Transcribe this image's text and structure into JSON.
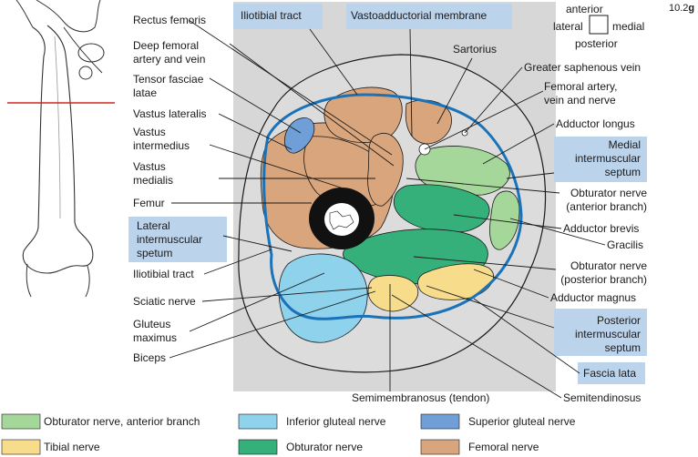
{
  "figure_number": {
    "prefix": "10.2",
    "suffix": "g"
  },
  "orientation": {
    "anterior": "anterior",
    "lateral": "lateral",
    "medial": "medial",
    "posterior": "posterior"
  },
  "labels_left": [
    {
      "lines": [
        "Rectus femoris"
      ]
    },
    {
      "lines": [
        "Deep femoral",
        "artery and vein"
      ]
    },
    {
      "lines": [
        "Tensor fasciae",
        "latae"
      ]
    },
    {
      "lines": [
        "Vastus lateralis"
      ]
    },
    {
      "lines": [
        "Vastus",
        "intermedius"
      ]
    },
    {
      "lines": [
        "Vastus",
        "medialis"
      ]
    },
    {
      "lines": [
        "Femur"
      ]
    },
    {
      "lines": [
        "Lateral",
        "intermuscular",
        "spetum"
      ],
      "boxed": true
    },
    {
      "lines": [
        "Iliotibial tract"
      ]
    },
    {
      "lines": [
        "Sciatic nerve"
      ]
    },
    {
      "lines": [
        "Gluteus",
        "maximus"
      ]
    },
    {
      "lines": [
        "Biceps"
      ]
    }
  ],
  "labels_top": [
    {
      "lines": [
        "Iliotibial tract"
      ],
      "boxed": true
    },
    {
      "lines": [
        "Vastoadductorial membrane"
      ],
      "boxed": true
    },
    {
      "lines": [
        "Sartorius"
      ]
    }
  ],
  "labels_right": [
    {
      "lines": [
        "Greater saphenous vein"
      ]
    },
    {
      "lines": [
        "Femoral artery,",
        "vein and nerve"
      ]
    },
    {
      "lines": [
        "Adductor longus"
      ]
    },
    {
      "lines": [
        "Medial",
        "intermuscular",
        "septum"
      ],
      "boxed": true
    },
    {
      "lines": [
        "Obturator nerve",
        "(anterior branch)"
      ]
    },
    {
      "lines": [
        "Adductor brevis"
      ]
    },
    {
      "lines": [
        "Gracilis"
      ]
    },
    {
      "lines": [
        "Obturator nerve",
        "(posterior branch)"
      ]
    },
    {
      "lines": [
        "Adductor magnus"
      ]
    },
    {
      "lines": [
        "Posterior",
        "intermuscular",
        "septum"
      ],
      "boxed": true
    },
    {
      "lines": [
        "Fascia lata"
      ],
      "boxed": true
    },
    {
      "lines": [
        "Semitendinosus"
      ]
    }
  ],
  "labels_bottom": [
    {
      "lines": [
        "Semimembranosus (tendon)"
      ]
    }
  ],
  "legend": [
    {
      "label": "Obturator nerve, anterior branch",
      "color": "#a6d79a"
    },
    {
      "label": "Inferior gluteal nerve",
      "color": "#8fd2ec"
    },
    {
      "label": "Superior gluteal nerve",
      "color": "#6f9fd6"
    },
    {
      "label": "Tibial nerve",
      "color": "#f7dc8c"
    },
    {
      "label": "Obturator nerve",
      "color": "#35b07a"
    },
    {
      "label": "Femoral nerve",
      "color": "#d9a57c"
    }
  ],
  "colors": {
    "femoral_muscle": "#d9a57c",
    "obturator_anterior": "#a6d79a",
    "obturator": "#35b07a",
    "tibial": "#f7dc8c",
    "inferior_gluteal": "#8fd2ec",
    "superior_gluteal": "#6f9fd6",
    "fascia": "#1a72b8",
    "cross_section_bg": "#d7d7d7",
    "femur": "#111111",
    "reference_line": "#d0281e"
  }
}
